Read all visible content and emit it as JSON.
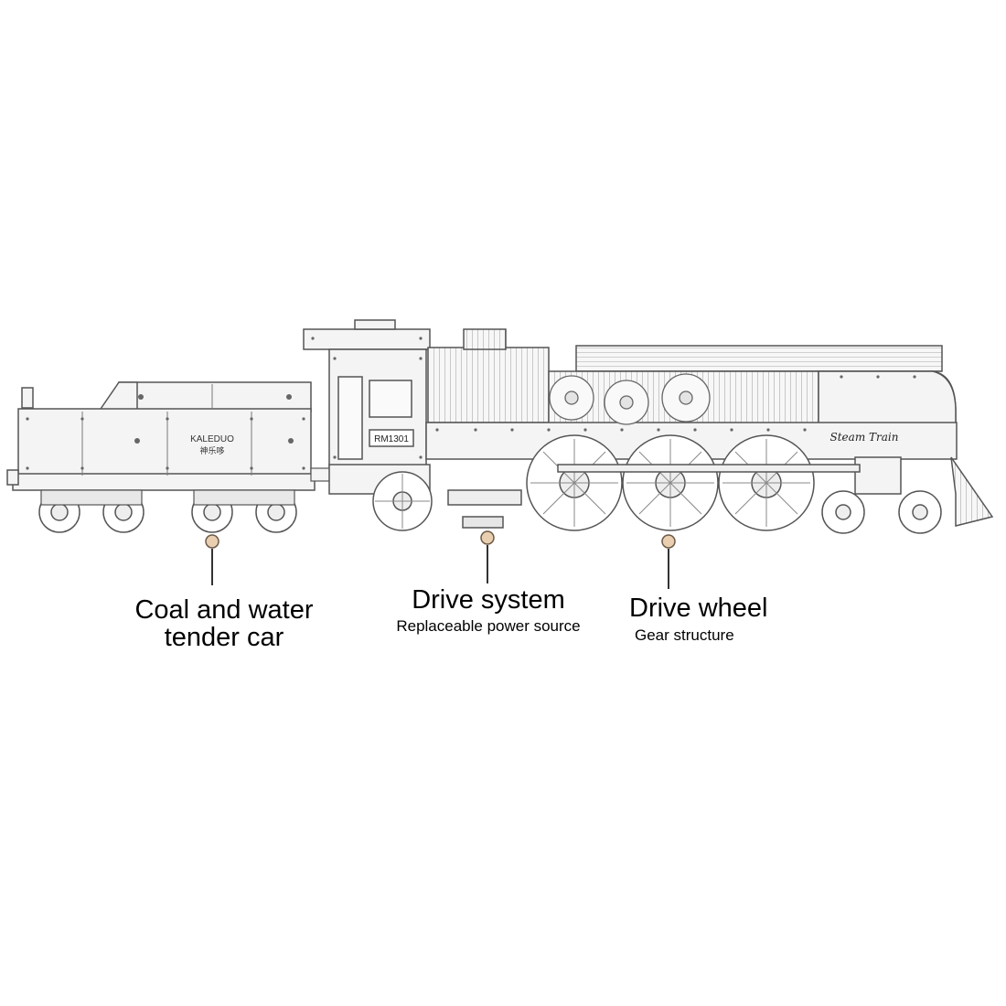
{
  "train": {
    "tender_brand": "KALEDUO",
    "tender_brand_cn": "神乐哆",
    "cab_number": "RM1301",
    "engine_script": "Steam Train"
  },
  "callouts": {
    "tender": {
      "line1": "Coal and water",
      "line2": "tender car"
    },
    "drive_system": {
      "title": "Drive system",
      "subtitle": "Replaceable power source"
    },
    "drive_wheel": {
      "title": "Drive wheel",
      "subtitle": "Gear structure"
    }
  },
  "colors": {
    "stroke": "#555555",
    "marker_fill": "#e9cfb0",
    "marker_stroke": "#6b5a48",
    "panel": "#f4f4f4"
  }
}
